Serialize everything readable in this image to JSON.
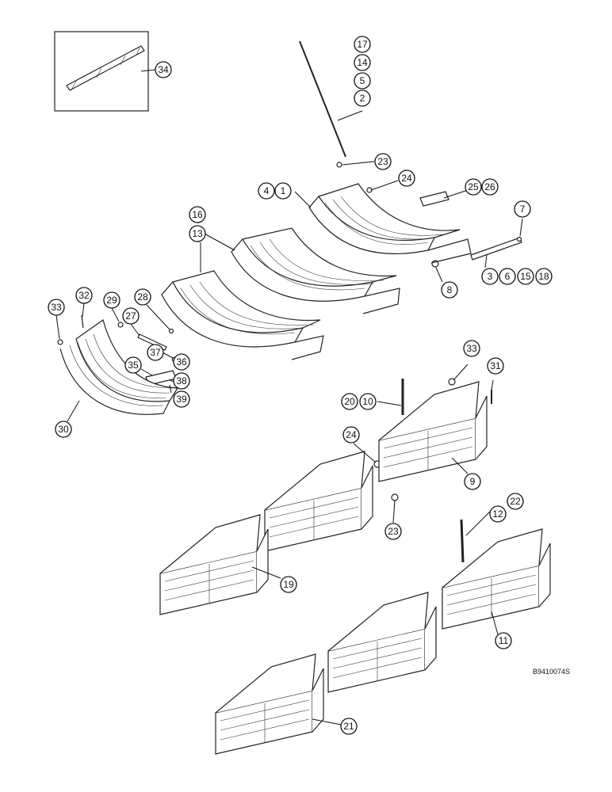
{
  "figure_code": "B9410074S",
  "callouts": [
    "17",
    "14",
    "5",
    "2",
    "23",
    "24",
    "4",
    "1",
    "25",
    "26",
    "7",
    "16",
    "13",
    "8",
    "3",
    "6",
    "15",
    "18",
    "33",
    "32",
    "29",
    "28",
    "27",
    "37",
    "36",
    "35",
    "38",
    "39",
    "30",
    "33",
    "31",
    "20",
    "10",
    "24",
    "9",
    "23",
    "12",
    "22",
    "19",
    "11",
    "21",
    "34"
  ]
}
